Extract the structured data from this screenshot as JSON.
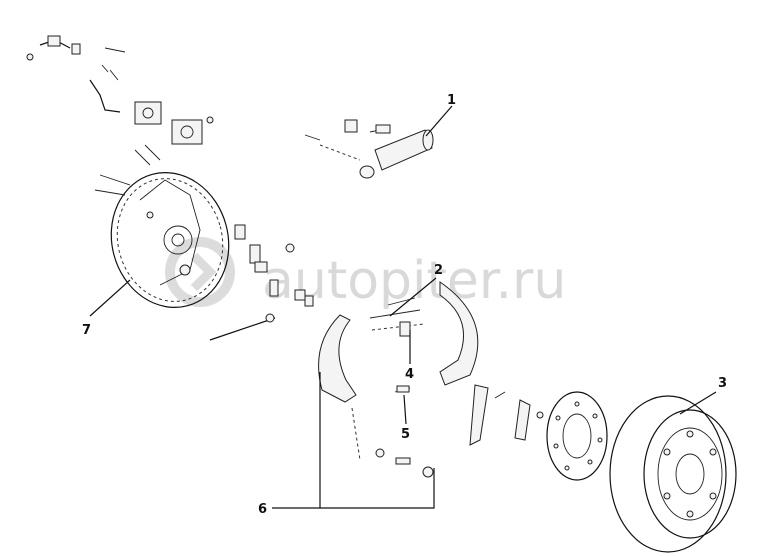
{
  "watermark": {
    "text": "autopiter.ru"
  },
  "callouts": [
    {
      "id": "1",
      "label": "1"
    },
    {
      "id": "2",
      "label": "2"
    },
    {
      "id": "3",
      "label": "3"
    },
    {
      "id": "4",
      "label": "4"
    },
    {
      "id": "5",
      "label": "5"
    },
    {
      "id": "6",
      "label": "6"
    },
    {
      "id": "7",
      "label": "7"
    }
  ],
  "colors": {
    "line": "#111111",
    "watermark": "#d9d9d9",
    "background": "#ffffff"
  }
}
